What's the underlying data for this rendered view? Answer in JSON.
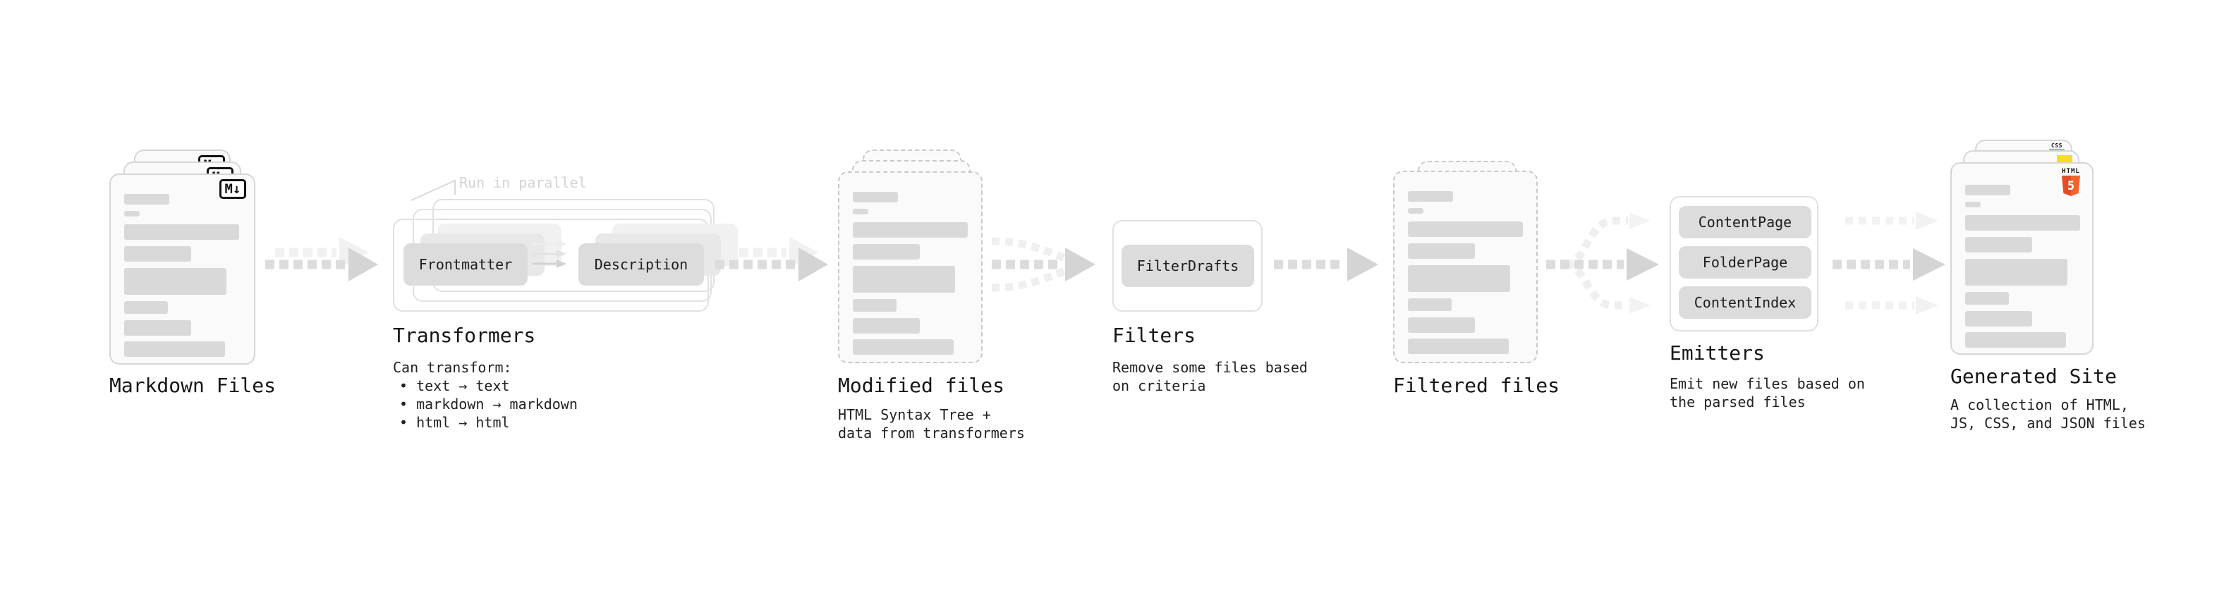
{
  "diagram": {
    "markdown_files": {
      "label": "Markdown Files",
      "badge": "M↓"
    },
    "transformers": {
      "note": "Run in parallel",
      "source_pill": "Frontmatter",
      "target_pill": "Description",
      "label": "Transformers",
      "intro": "Can transform:",
      "bullets": [
        "• text → text",
        "• markdown → markdown",
        "• html → html"
      ]
    },
    "modified_files": {
      "label": "Modified files",
      "description": "HTML Syntax Tree +\ndata from transformers"
    },
    "filters": {
      "pill": "FilterDrafts",
      "label": "Filters",
      "description": "Remove some files based\non criteria"
    },
    "filtered_files": {
      "label": "Filtered files"
    },
    "emitters": {
      "pills": [
        "ContentPage",
        "FolderPage",
        "ContentIndex"
      ],
      "label": "Emitters",
      "description": "Emit new files based on\nthe parsed files"
    },
    "generated_site": {
      "label": "Generated Site",
      "description": "A collection of HTML,\nJS, CSS, and JSON files",
      "css_badge": "CSS",
      "html_badge_top": "HTML",
      "html_badge_number": "5"
    }
  },
  "colors": {
    "card_border": "#d6d6d6",
    "card_bg": "#fafafa",
    "bar_gray": "#d9d9d9",
    "arrow_dark": "#dcdcdc",
    "arrow_head_dark": "#d4d4d4",
    "arrow_light": "#f0f0f0",
    "note_gray": "#d3d3d3",
    "html5_orange": "#e44d26",
    "html5_orange_light": "#f16529",
    "js_yellow": "#f7df1e",
    "css_blue": "#2b63f0"
  },
  "skeleton": {
    "bars": [
      [
        64,
        15,
        0
      ],
      [
        22,
        8,
        9
      ],
      [
        163,
        22,
        11
      ],
      [
        95,
        22,
        9
      ],
      [
        145,
        38,
        9
      ],
      [
        62,
        18,
        9
      ],
      [
        95,
        22,
        9
      ],
      [
        143,
        22,
        8
      ]
    ]
  }
}
